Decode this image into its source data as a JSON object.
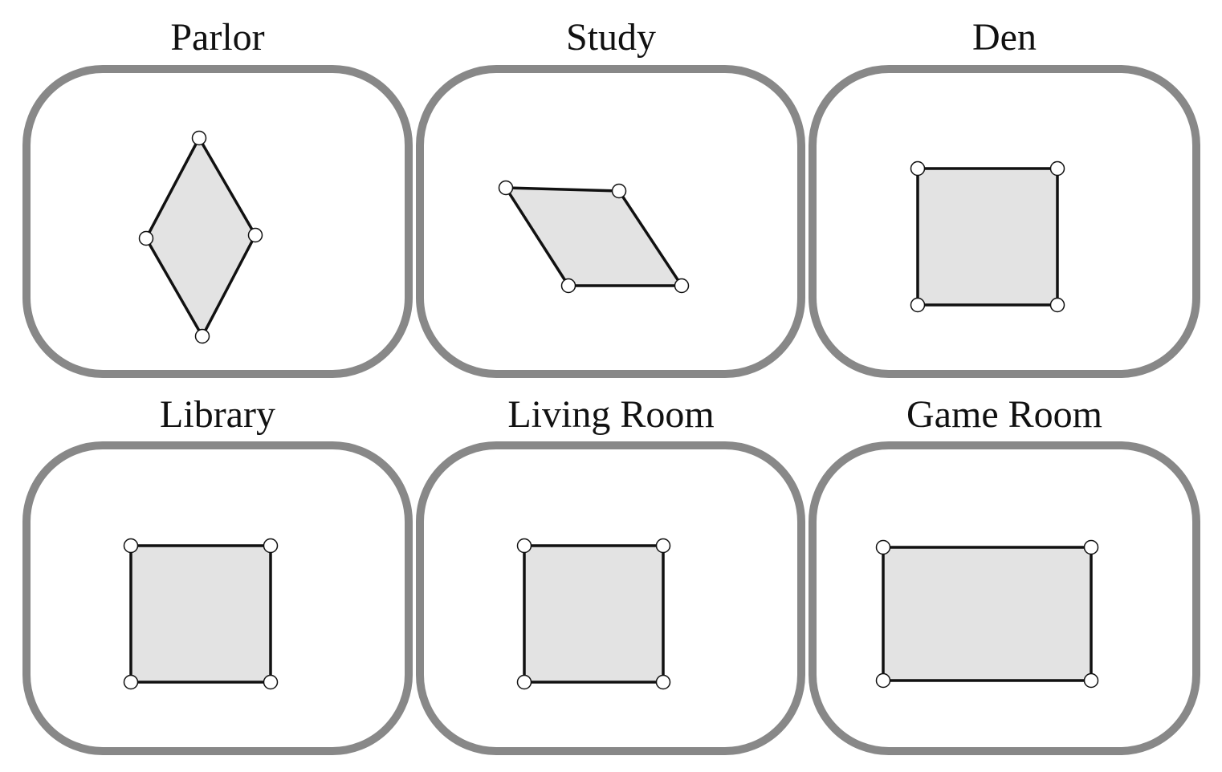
{
  "rooms": [
    {
      "name": "Parlor",
      "shape": "rhombus"
    },
    {
      "name": "Study",
      "shape": "parallelogram"
    },
    {
      "name": "Den",
      "shape": "square"
    },
    {
      "name": "Library",
      "shape": "square"
    },
    {
      "name": "Living Room",
      "shape": "square"
    },
    {
      "name": "Game Room",
      "shape": "rectangle"
    }
  ],
  "colors": {
    "frame": "#888888",
    "fill": "#e3e3e3",
    "outline": "#111111"
  }
}
